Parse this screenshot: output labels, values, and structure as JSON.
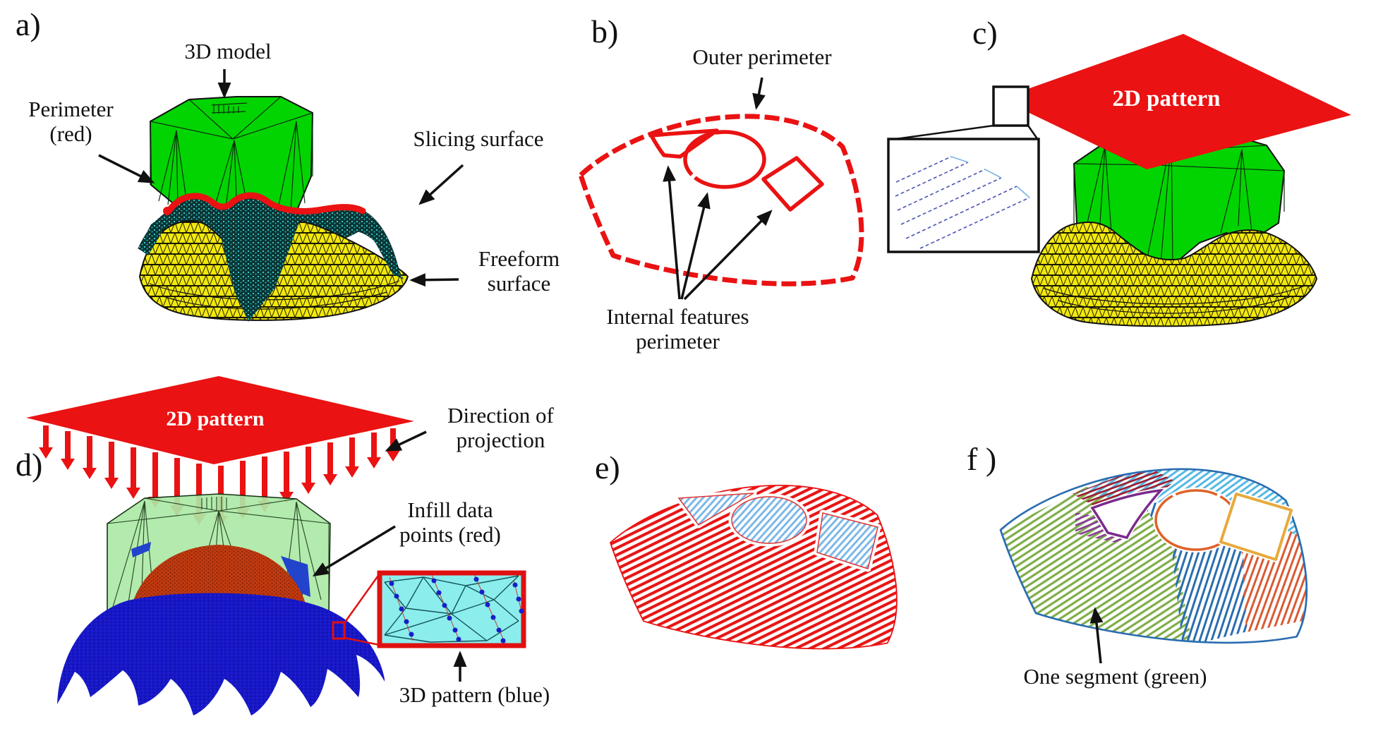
{
  "panels": {
    "a": {
      "tag": "a)",
      "labels": {
        "model": "3D model",
        "perimeter": [
          "Perimeter",
          "(red)"
        ],
        "slicing": "Slicing surface",
        "freeform": [
          "Freeform",
          "surface"
        ]
      }
    },
    "b": {
      "tag": "b)",
      "labels": {
        "outer": "Outer perimeter",
        "internal": [
          "Internal features",
          "perimeter"
        ]
      }
    },
    "c": {
      "tag": "c)",
      "labels": {
        "pattern": "2D pattern"
      }
    },
    "d": {
      "tag": "d)",
      "labels": {
        "pattern": "2D pattern",
        "direction": [
          "Direction of",
          "projection"
        ],
        "infill": [
          "Infill data",
          "points (red)"
        ],
        "pattern3d": "3D pattern (blue)"
      }
    },
    "e": {
      "tag": "e)"
    },
    "f": {
      "tag": "f )",
      "labels": {
        "segment": "One segment (green)"
      }
    }
  },
  "colors": {
    "model_green": "#02d402",
    "light_green": "#ace8a6",
    "dome_yellow": "#f2e80e",
    "slice_dark": "#0b3434",
    "perimeter_red": "#ea1212",
    "infill_red": "#c03a10",
    "pattern_blue": "#1717c8",
    "inset_cyan": "#8ceded",
    "segment_green": "#7fae4a",
    "segment_blue": "#2a6db0",
    "segment_orange": "#d95b33",
    "segment_sky": "#55b8e4",
    "segment_maroon": "#9b1b30",
    "segment_purple": "#7b2a8b",
    "feature_orange": "#e06228",
    "feature_yellow": "#e8a93c",
    "hatch_light_blue": "#7db8e8"
  }
}
